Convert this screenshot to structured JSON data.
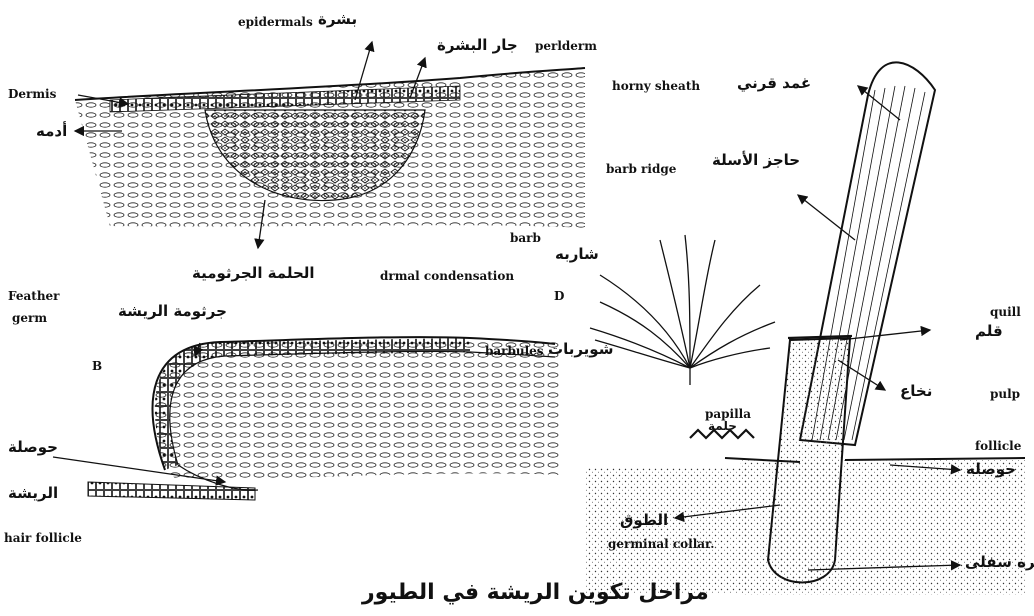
{
  "labels": {
    "epidermis_en": "epidermals",
    "epidermis_ar": "بشرة",
    "periderm_en": "perlderm",
    "periderm_ar": "جار البشرة",
    "dermis_en": "Dermis",
    "dermis_ar": "أدمه",
    "condensation_ar": "الحلمة الجرثومية",
    "condensation_en": "drmal condensation",
    "panel_d": "D",
    "barb_en": "barb",
    "barb_ar": "شاربه",
    "barbules_en": "barbules",
    "barbules_ar": "شويربات",
    "papilla_en": "papilla",
    "papilla_ar": "حلمة",
    "feather_germ_en_1": "Feather",
    "feather_germ_en_2": "germ",
    "feather_germ_ar": "جرثومة الريشة",
    "panel_b": "B",
    "follicle_ar_1": "حوصلة",
    "follicle_ar_2": "الريشة",
    "hair_follicle_en": "hair follicle",
    "horny_sheath_en": "horny sheath",
    "horny_sheath_ar": "غمد قرني",
    "barb_ridge_ar": "حاجز الأسلة",
    "barb_ridge_en": "barb ridge",
    "quill_en": "quill",
    "quill_ar": "قلم",
    "pulp_ar": "نخاع",
    "pulp_en": "pulp",
    "follicle_en": "follicle",
    "follicle_ar": "حوصله",
    "collar_ar": "الطوق",
    "collar_en": "germinal collar.",
    "lower_ar": "صره سفلى",
    "title_ar": "مراحل تكوين الريشة في الطيور"
  }
}
